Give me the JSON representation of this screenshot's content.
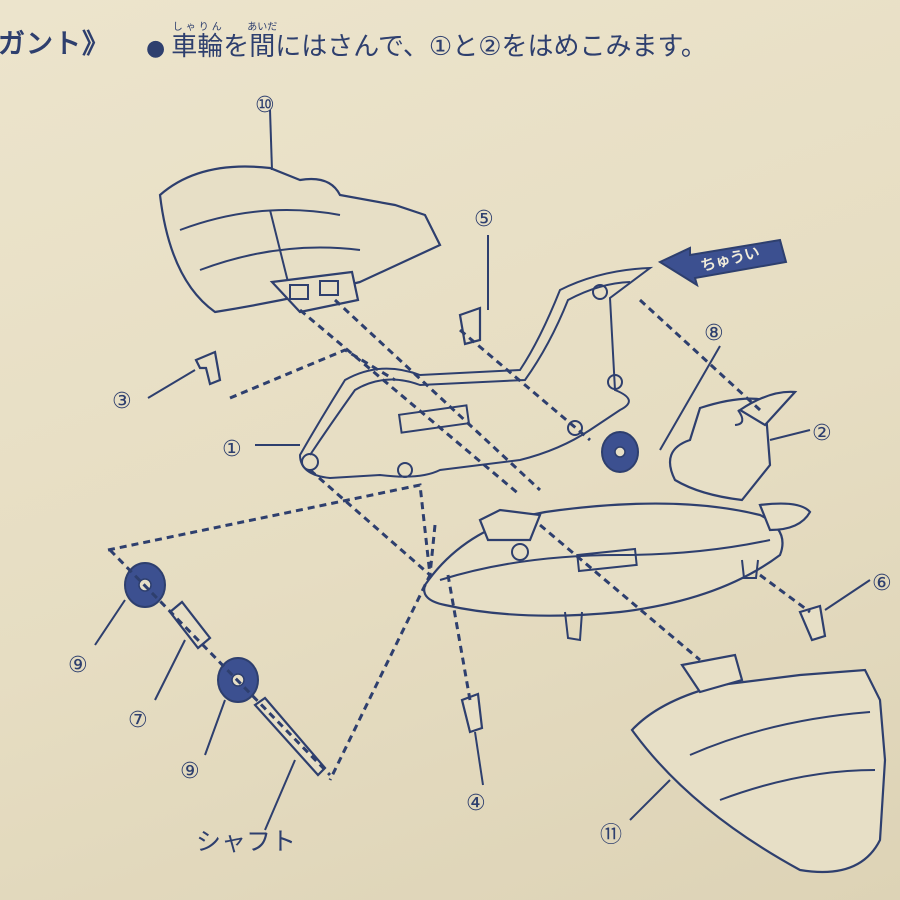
{
  "header": {
    "section_title": "ガント》",
    "bullet": "●",
    "instruction_parts": [
      {
        "base": "車輪",
        "ruby": "しゃりん"
      },
      {
        "text": "を"
      },
      {
        "base": "間",
        "ruby": "あいだ"
      },
      {
        "text": "にはさんで、①と②をはめこみます。"
      }
    ]
  },
  "caution_label": "ちゅうい",
  "shaft_label": "シャフト",
  "part_numbers": {
    "p1": "①",
    "p2": "②",
    "p3": "③",
    "p4": "④",
    "p5": "⑤",
    "p6": "⑥",
    "p7": "⑦",
    "p8": "⑧",
    "p9a": "⑨",
    "p9b": "⑨",
    "p10": "⑩",
    "p11": "⑪"
  },
  "colors": {
    "ink": "#2e3f6e",
    "paper": "#e8e0c8",
    "fill_dark": "#3c5090"
  }
}
